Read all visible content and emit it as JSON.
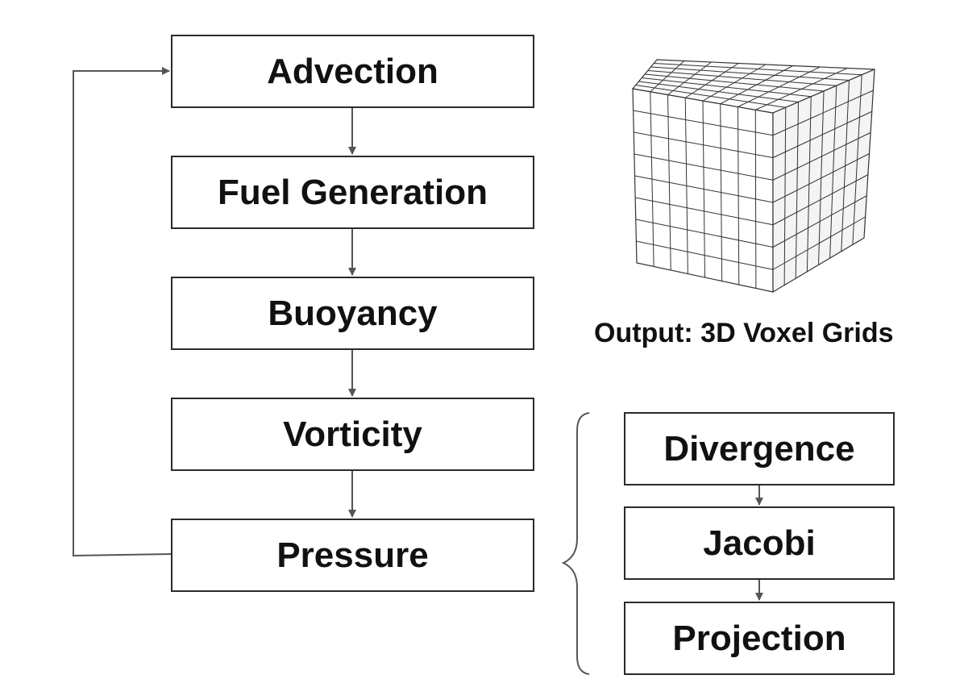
{
  "pipeline": {
    "steps": [
      {
        "label": "Advection"
      },
      {
        "label": "Fuel Generation"
      },
      {
        "label": "Buoyancy"
      },
      {
        "label": "Vorticity"
      },
      {
        "label": "Pressure"
      }
    ]
  },
  "pressure_substeps": [
    {
      "label": "Divergence"
    },
    {
      "label": "Jacobi"
    },
    {
      "label": "Projection"
    }
  ],
  "output": {
    "caption": "Output: 3D Voxel Grids",
    "icon": "voxel-cube-icon"
  },
  "colors": {
    "line": "#555555",
    "box_border": "#2a2a2a",
    "text": "#111111"
  }
}
